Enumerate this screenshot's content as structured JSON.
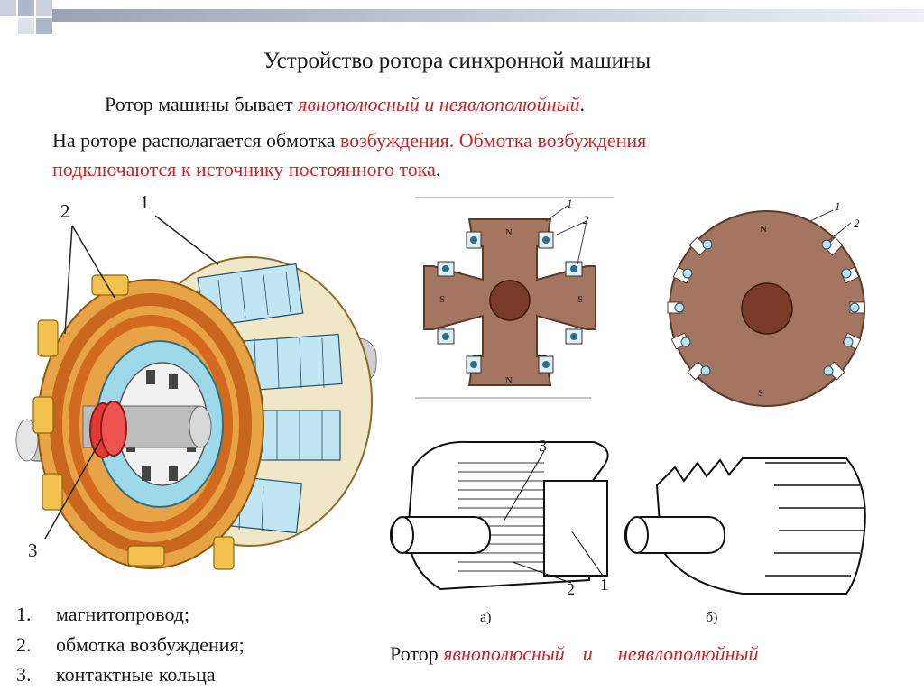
{
  "slide": {
    "title": "Устройство ротора синхронной машины",
    "line1": {
      "prefix": "Ротор машины бывает ",
      "highlight": "явнополюсный и неявлополюйный",
      "suffix": "."
    },
    "line2": {
      "prefix": "На роторе располагается обмотка ",
      "highlight": "возбуждения. Обмотка возбуждения"
    },
    "line3": {
      "highlight": "подключаются к источнику постоянного тока",
      "suffix": "."
    }
  },
  "left_figure": {
    "callouts": {
      "c1": "1",
      "c2": "2",
      "c3": "3"
    },
    "legend": [
      {
        "num": "1.",
        "text": "магнитопровод;"
      },
      {
        "num": "2.",
        "text": "обмотка возбуждения;"
      },
      {
        "num": "3.",
        "text": "контактные кольца"
      }
    ]
  },
  "cross_sections": {
    "salient": {
      "labels": [
        "1",
        "2",
        "N",
        "N",
        "S",
        "S"
      ]
    },
    "nonsalient": {
      "labels": [
        "1",
        "2",
        "N",
        "S"
      ]
    }
  },
  "bottom_figure": {
    "labels": {
      "n3": "3",
      "n2": "2",
      "n1": "1",
      "a": "а)",
      "b": "б)"
    }
  },
  "caption": {
    "prefix": "Ротор ",
    "part1": "явнополюсный",
    "conj": "и",
    "part2": "неявлополюйный"
  },
  "colors": {
    "accent_red": "#c62828",
    "copper": "#d2691e",
    "rotor_brown": "#a47560",
    "core_blue": "#9ed9ea"
  }
}
